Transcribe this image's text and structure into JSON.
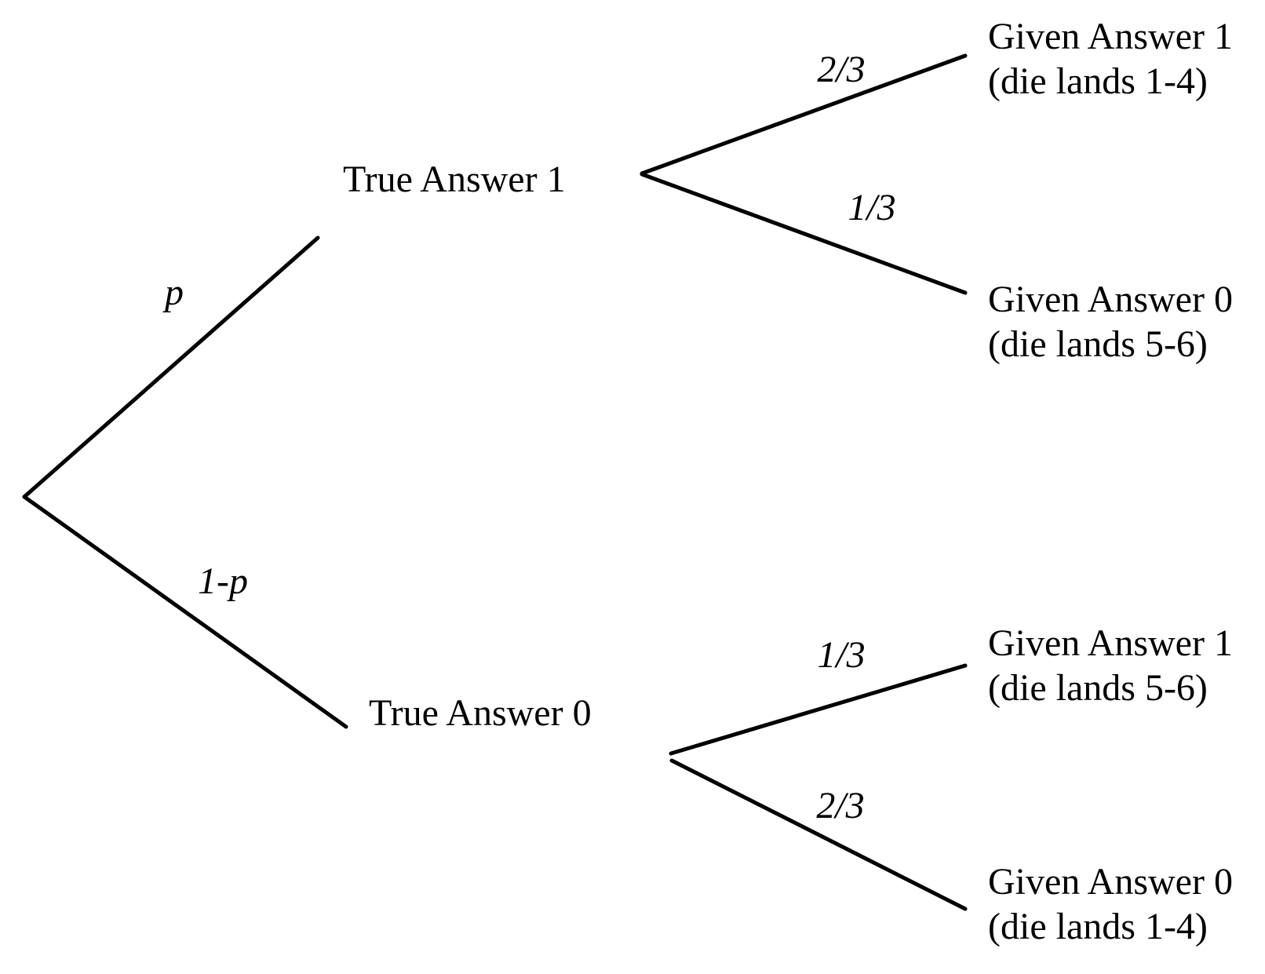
{
  "diagram": {
    "kind": "probability-tree",
    "colors": {
      "ink": "#000000",
      "background": "#ffffff"
    }
  },
  "tree": {
    "level1": [
      {
        "prob": "p",
        "label": "True Answer 1"
      },
      {
        "prob": "1-p",
        "label": "True Answer 0"
      }
    ],
    "level2": [
      {
        "parent": "True Answer 1",
        "prob": "2/3",
        "outcome": "Given Answer 1",
        "detail": "(die lands 1-4)"
      },
      {
        "parent": "True Answer 1",
        "prob": "1/3",
        "outcome": "Given Answer 0",
        "detail": "(die lands 5-6)"
      },
      {
        "parent": "True Answer 0",
        "prob": "1/3",
        "outcome": "Given Answer 1",
        "detail": "(die lands 5-6)"
      },
      {
        "parent": "True Answer 0",
        "prob": "2/3",
        "outcome": "Given Answer 0",
        "detail": "(die lands 1-4)"
      }
    ]
  }
}
